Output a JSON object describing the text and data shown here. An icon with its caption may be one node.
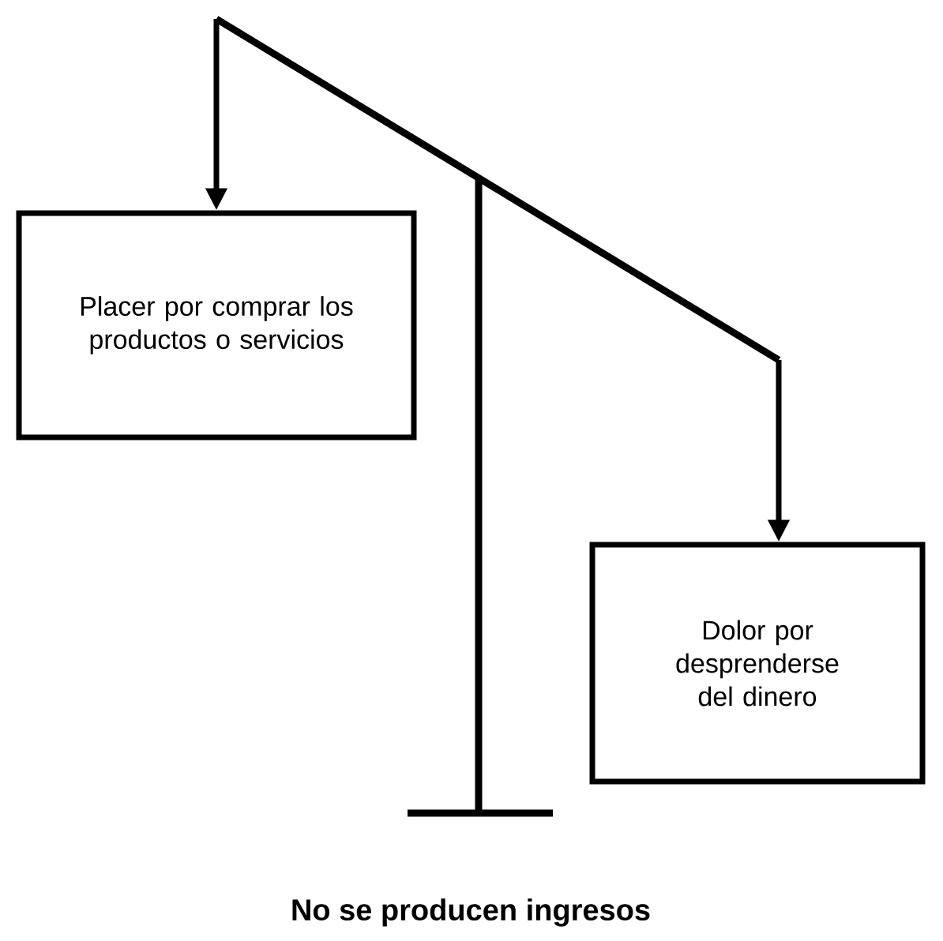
{
  "diagram": {
    "caption": "No se producen ingresos",
    "nodes": [
      {
        "text": [
          "Placer por comprar los productos o servicios"
        ]
      },
      {
        "text": [
          "Dolor por desprenderse del dinero"
        ]
      }
    ],
    "edges": [
      {
        "from": null,
        "to": 0,
        "arrow": "to"
      },
      {
        "from": null,
        "to": 1,
        "arrow": "to"
      }
    ]
  }
}
